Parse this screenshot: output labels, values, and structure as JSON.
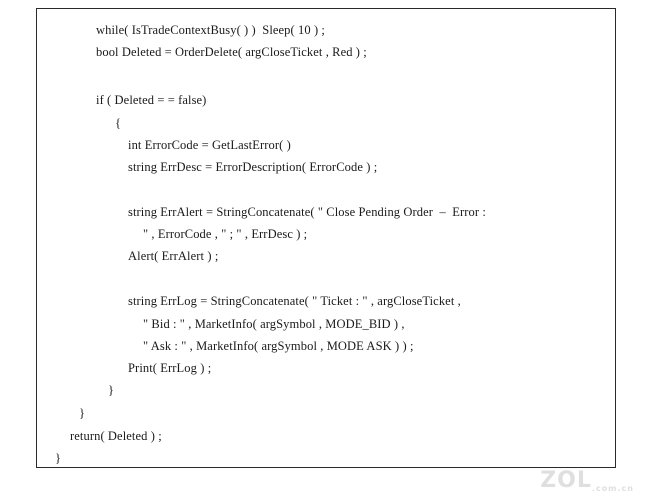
{
  "code": {
    "lines": [
      "while( IsTradeContextBusy( ) )  Sleep( 10 ) ;",
      "bool Deleted = OrderDelete( argCloseTicket , Red ) ;",
      "if ( Deleted = = false)",
      "{",
      "int ErrorCode = GetLastError( )",
      "string ErrDesc = ErrorDescription( ErrorCode ) ;",
      "string ErrAlert = StringConcatenate( \" Close Pending Order  –  Error :",
      "\" , ErrorCode , \" ; \" , ErrDesc ) ;",
      "Alert( ErrAlert ) ;",
      "string ErrLog = StringConcatenate( \" Ticket : \" , argCloseTicket ,",
      "\" Bid : \" , MarketInfo( argSymbol , MODE_BID ) ,",
      "\" Ask : \" , MarketInfo( argSymbol , MODE ASK ) ) ;",
      "Print( ErrLog ) ;",
      "}",
      "}",
      "return( Deleted ) ;",
      "}"
    ]
  },
  "watermark": {
    "text": "ZOL",
    "sub": ".com.cn"
  }
}
